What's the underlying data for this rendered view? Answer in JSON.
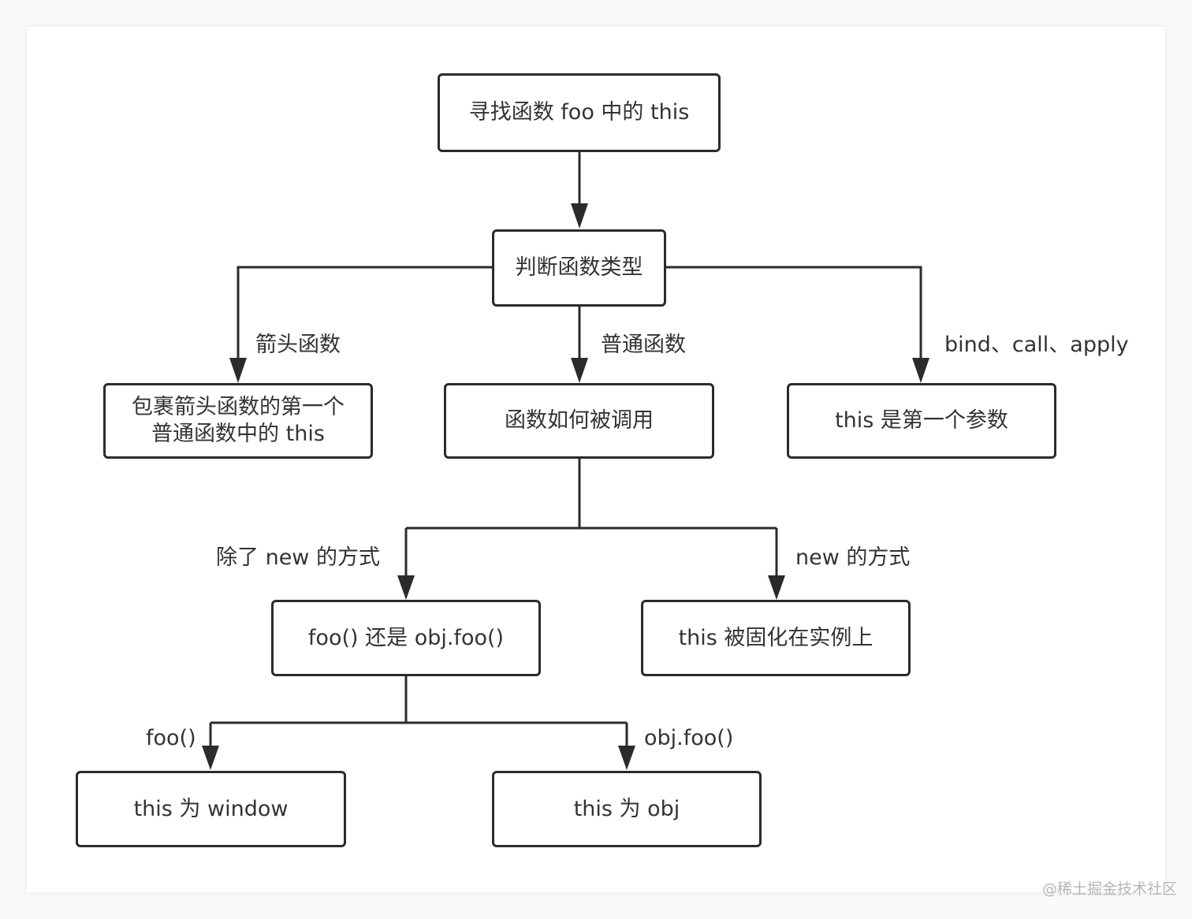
{
  "nodes": {
    "root": "寻找函数 foo 中的 this",
    "judge": "判断函数类型",
    "arrow_result": "包裹箭头函数的第一个\n普通函数中的 this",
    "call_style": "函数如何被调用",
    "bind_result": "this 是第一个参数",
    "plain_or_obj": "foo() 还是 obj.foo()",
    "new_result": "this 被固化在实例上",
    "window_result": "this 为 window",
    "obj_result": "this 为 obj"
  },
  "edge_labels": {
    "arrow_fn": "箭头函数",
    "normal_fn": "普通函数",
    "bind_call_apply": "bind、call、apply",
    "not_new": "除了 new 的方式",
    "new_way": "new 的方式",
    "plain_call": "foo()",
    "method_call": "obj.foo()"
  },
  "watermark": "@稀土掘金技术社区",
  "colors": {
    "stroke": "#2b2b2b",
    "text": "#333333",
    "watermark": "#b5b5b5"
  }
}
